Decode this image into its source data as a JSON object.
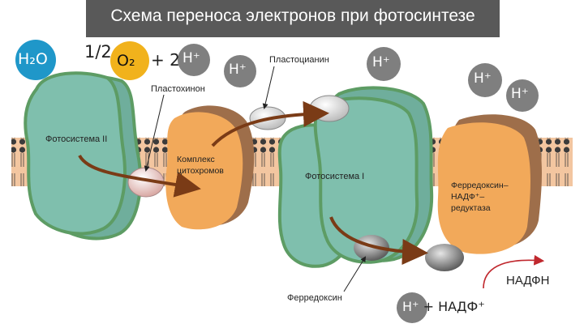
{
  "title": "Схема переноса электронов при фотосинтезе",
  "labels": {
    "water": "H₂O",
    "half": "1/2",
    "oxygen": "O₂",
    "plus_two": "+ 2",
    "proton": "H⁺",
    "plastocyanin": "Пластоцианин",
    "plastoquinone": "Пластохинон",
    "photosystem2": "Фотосистема II",
    "cytochrome_line1": "Комплекс",
    "cytochrome_line2": "цитохромов",
    "photosystem1": "Фотосистема I",
    "reductase_line1": "Ферредоксин–",
    "reductase_line2": "НАДФ⁺–",
    "reductase_line3": "редуктаза",
    "ferredoxin": "Ферредоксин",
    "nadph": "НАДФН",
    "nadp_reaction": "H⁺ + НАДФ⁺"
  },
  "colors": {
    "banner": "#595959",
    "water_circle": "#1f97c9",
    "oxygen_circle": "#f1b21c",
    "proton_circle": "#7f7f7f",
    "photosystem_fill": "#7fbfad",
    "photosystem_edge": "#5d9c64",
    "complex_fill": "#f2a95a",
    "complex_shadow": "#9e6e4a",
    "membrane": "#f3c6a0",
    "arrow": "#7a3b16",
    "nadph_arrow": "#c0282e"
  }
}
